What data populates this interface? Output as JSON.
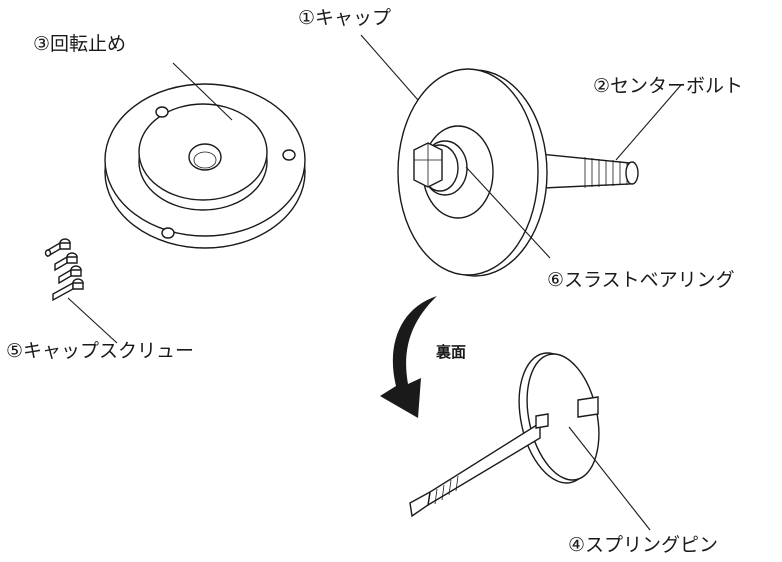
{
  "labels": {
    "cap": "①キャップ",
    "center_bolt": "②センターボルト",
    "anti_rotation": "③回転止め",
    "spring_pin": "④スプリングピン",
    "cap_screw": "⑤キャップスクリュー",
    "thrust_bearing": "⑥スラストベアリング",
    "reverse_side": "裏面"
  },
  "colors": {
    "line": "#1a1a1a",
    "fill": "#ffffff"
  }
}
